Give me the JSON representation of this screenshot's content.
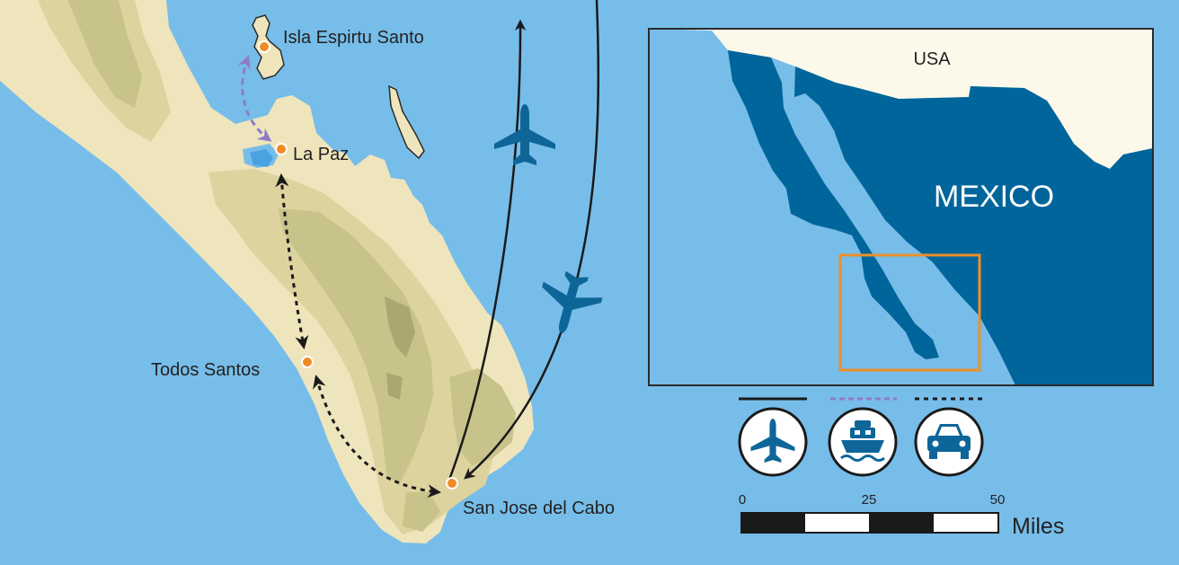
{
  "colors": {
    "sea": "#77bde9",
    "land": "#efe5bc",
    "relief_light": "#dcd39f",
    "relief_mid": "#c8c38a",
    "relief_dark": "#aaa773",
    "mexico": "#00659b",
    "usa": "#fcf9ea",
    "inset_box": "#ee8f2a",
    "city_dot": "#f08a23",
    "ferry_route": "#8f7cc9",
    "road_route": "#1a1a1a",
    "plane_icon": "#0e6698"
  },
  "places": {
    "isla": "Isla Espirtu Santo",
    "la_paz": "La Paz",
    "todos_santos": "Todos Santos",
    "san_jose": "San Jose del Cabo"
  },
  "inset": {
    "usa": "USA",
    "mexico": "MEXICO"
  },
  "legend": [
    {
      "icon": "plane-icon",
      "line_style": "solid"
    },
    {
      "icon": "ferry-icon",
      "line_style": "dashed"
    },
    {
      "icon": "car-icon",
      "line_style": "dotted"
    }
  ],
  "scale_bar": {
    "tick_0": "0",
    "tick_25": "25",
    "tick_50": "50",
    "unit": "Miles"
  }
}
